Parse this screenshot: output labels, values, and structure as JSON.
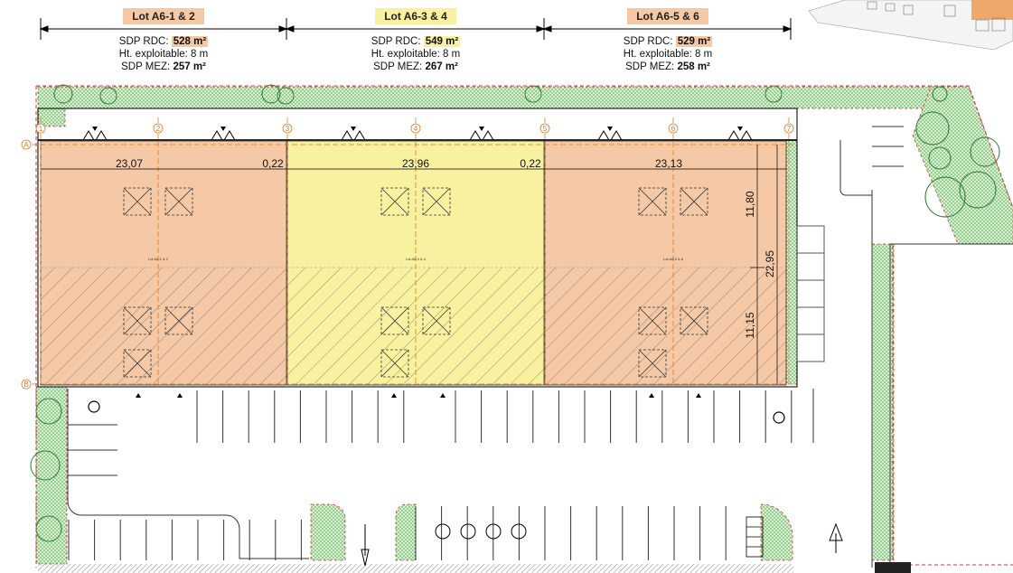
{
  "lots": [
    {
      "title": "Lot A6-1 & 2",
      "sdp_rdc_label": "SDP RDC:",
      "sdp_rdc_value": "528 m²",
      "height_line": "Ht. exploitable: 8 m",
      "sdp_mez_label": "SDP MEZ:",
      "sdp_mez_value": "257 m²",
      "color": "#f6c9a6",
      "plan_label": "Lot A6-1 & 2",
      "width": "23,07"
    },
    {
      "title": "Lot A6-3 & 4",
      "sdp_rdc_label": "SDP RDC:",
      "sdp_rdc_value": "549 m²",
      "height_line": "Ht. exploitable: 8 m",
      "sdp_mez_label": "SDP MEZ:",
      "sdp_mez_value": "267 m²",
      "color": "#f7f1a0",
      "plan_label": "Lot A6-3 & 4",
      "width": "23,96"
    },
    {
      "title": "Lot A6-5 & 6",
      "sdp_rdc_label": "SDP RDC:",
      "sdp_rdc_value": "529 m²",
      "height_line": "Ht. exploitable: 8 m",
      "sdp_mez_label": "SDP MEZ:",
      "sdp_mez_value": "258 m²",
      "color": "#f6c9a6",
      "plan_label": "Lot A6-5 & 6",
      "width": "23,13"
    }
  ],
  "dimensions": {
    "joint_1": "0,22",
    "joint_2": "0,22",
    "depth_total": "22,95",
    "depth_front": "11,80",
    "depth_rear": "11,15"
  },
  "grid_axes": {
    "columns": [
      "1",
      "2",
      "3",
      "4",
      "5",
      "6",
      "7"
    ],
    "rows": [
      "A",
      "B"
    ]
  },
  "colors": {
    "lot_orange": "#f6c9a6",
    "lot_yellow": "#f7f1a0",
    "landscape_green": "#b9dfb0",
    "grid_orange": "#e07b20",
    "boundary_red": "#d23a3a"
  }
}
